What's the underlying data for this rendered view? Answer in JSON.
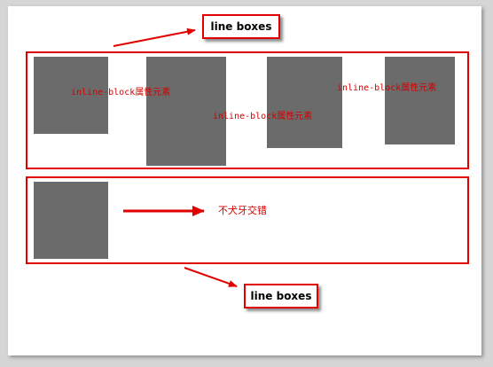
{
  "callouts": {
    "top": "line boxes",
    "bottom": "line boxes"
  },
  "labels": {
    "block1": "inline-block属性元素",
    "block2": "inline-block属性元素",
    "block3": "inline-block属性元素",
    "no_stagger": "不犬牙交错"
  },
  "colors": {
    "accent_red": "#e00000",
    "block_gray": "#6b6b6b",
    "label_red": "#d40000"
  }
}
